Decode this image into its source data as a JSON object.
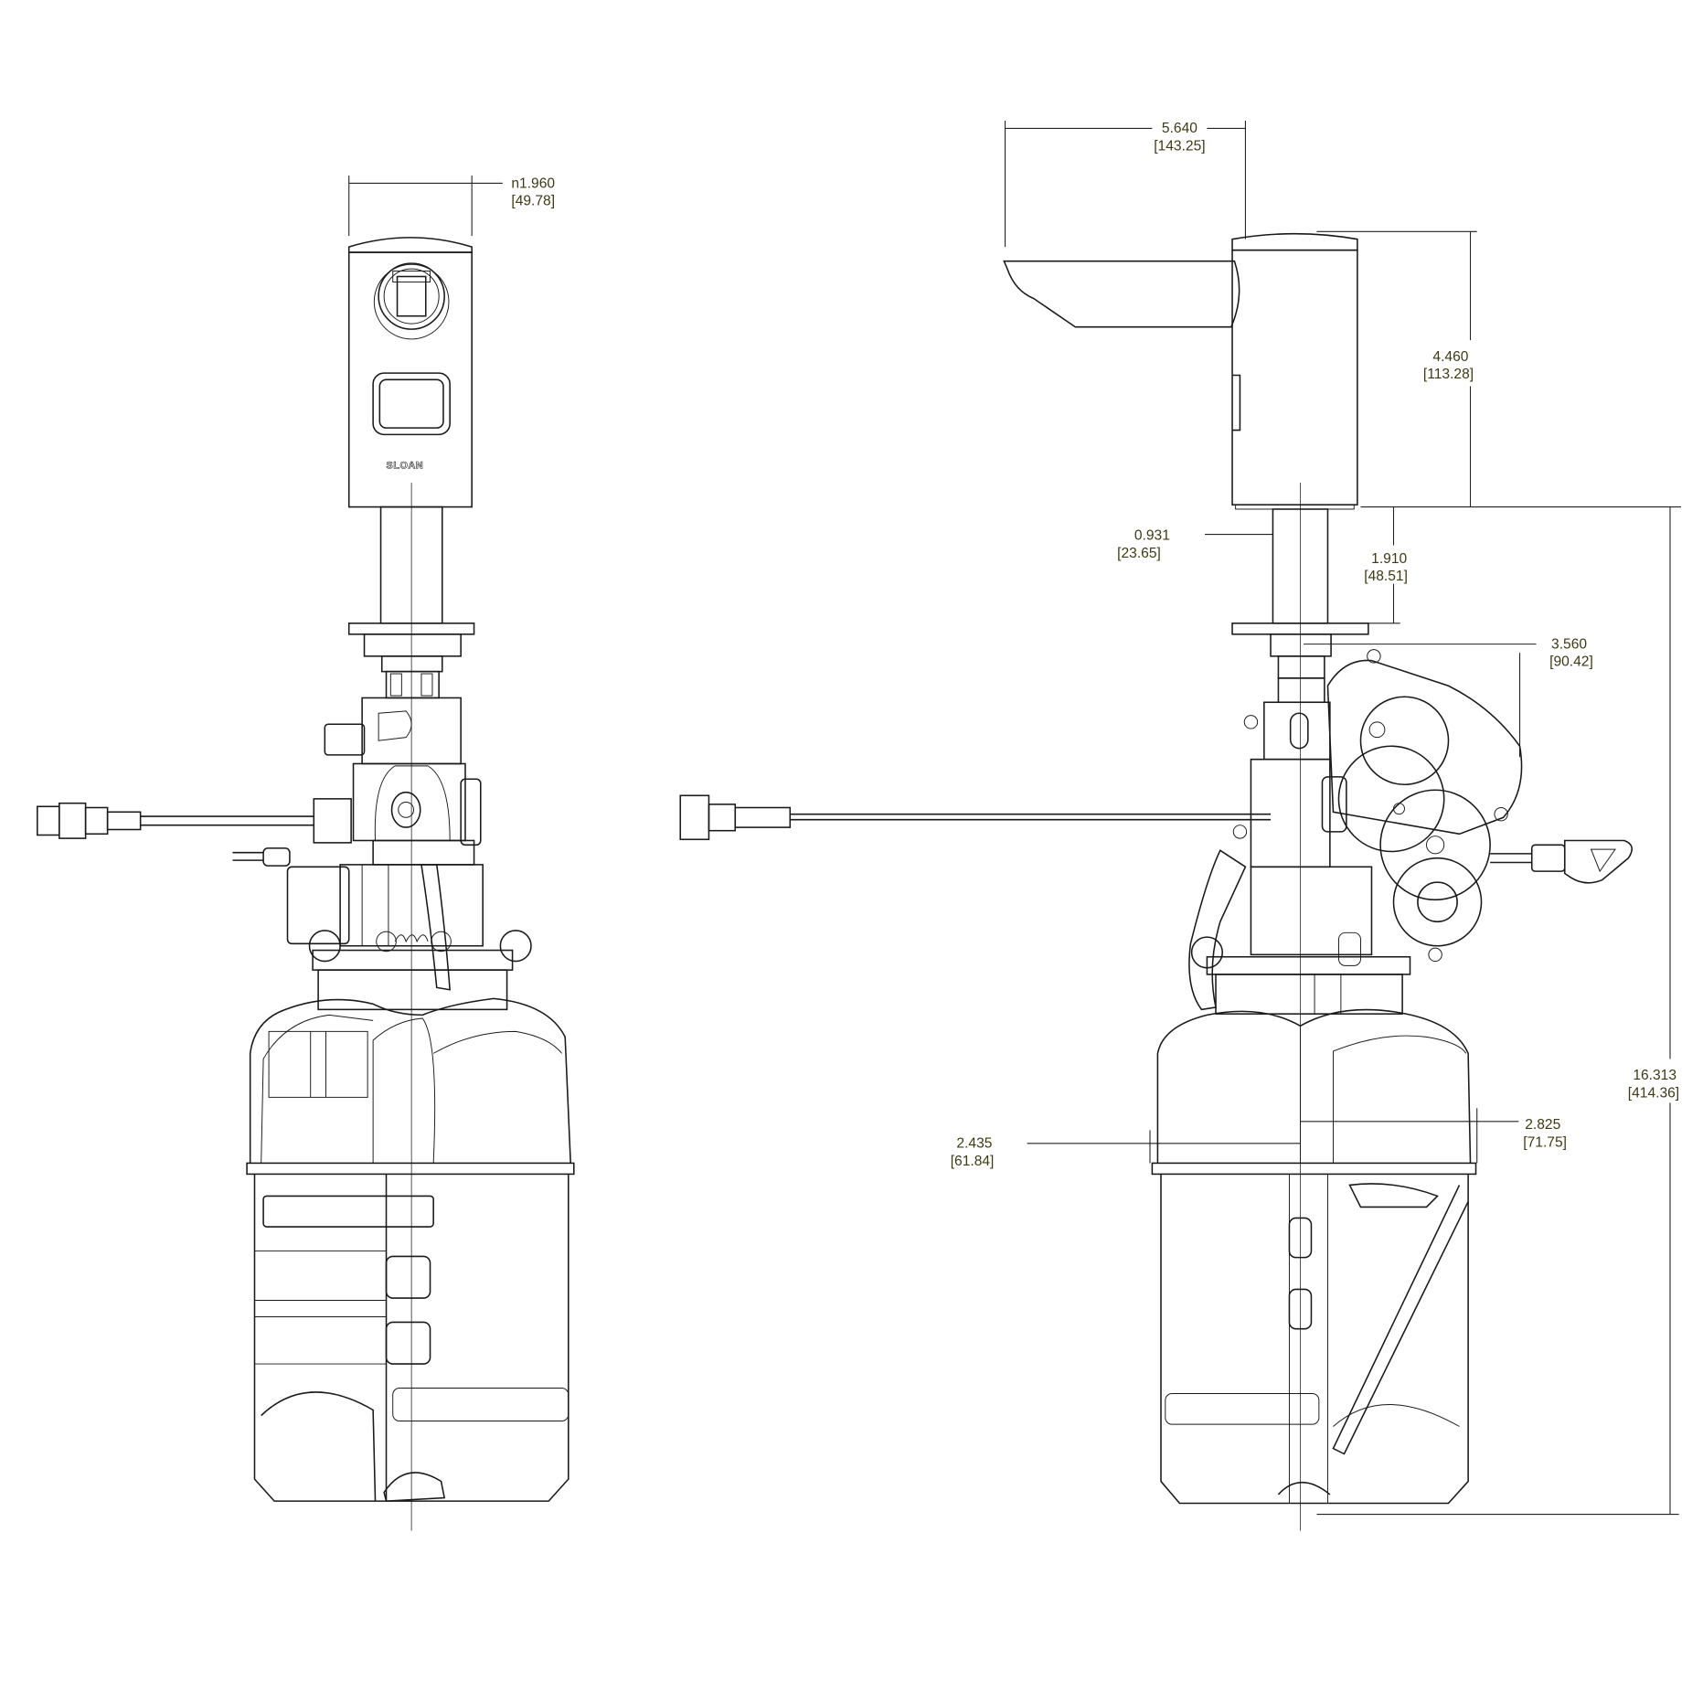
{
  "brand_logo": "SLOAN",
  "colors": {
    "dimension_text": "#3b3b14",
    "line": "#1a1a1a",
    "background": "#ffffff"
  },
  "front_view": {
    "dimensions": {
      "head_diameter": {
        "value": "n1.960",
        "metric": "[49.78]"
      }
    }
  },
  "side_view": {
    "dimensions": {
      "spout_reach": {
        "value": "5.640",
        "metric": "[143.25]"
      },
      "head_height": {
        "value": "4.460",
        "metric": "[113.28]"
      },
      "shank_diameter": {
        "value": "0.931",
        "metric": "[23.65]"
      },
      "shank_length": {
        "value": "1.910",
        "metric": "[48.51]"
      },
      "valve_offset": {
        "value": "3.560",
        "metric": "[90.42]"
      },
      "overall_below_deck": {
        "value": "16.313",
        "metric": "[414.36]"
      },
      "bottle_front": {
        "value": "2.435",
        "metric": "[61.84]"
      },
      "bottle_rear": {
        "value": "2.825",
        "metric": "[71.75]"
      }
    }
  }
}
